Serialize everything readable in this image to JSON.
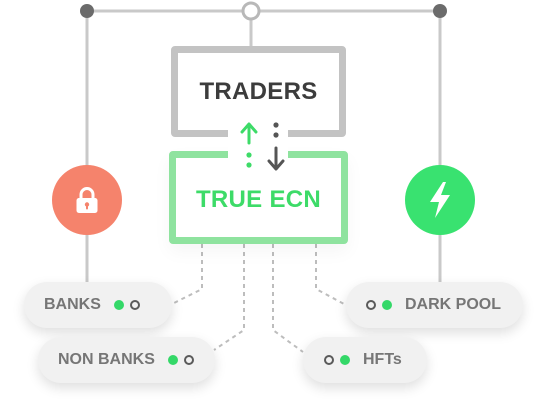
{
  "diagram": {
    "top_box": {
      "label": "TRADERS"
    },
    "center_box": {
      "label": "TRUE ECN"
    },
    "left_icon": {
      "icon": "lock-icon",
      "color": "#f5836c"
    },
    "right_icon": {
      "icon": "lightning-bolt-icon",
      "color": "#39e270"
    },
    "liquidity_sources": [
      {
        "label": "BANKS",
        "indicator": [
          "on",
          "off"
        ]
      },
      {
        "label": "NON BANKS",
        "indicator": [
          "on",
          "off"
        ]
      },
      {
        "label": "DARK POOL",
        "indicator": [
          "off",
          "on"
        ]
      },
      {
        "label": "HFTs",
        "indicator": [
          "off",
          "on"
        ]
      }
    ]
  },
  "colors": {
    "frame_line": "#c9c9c9",
    "frame_node": "#6b6b6b",
    "traders_border": "#c3c3c3",
    "ecn_border": "#8fe39f",
    "ecn_text": "#3ddb68",
    "up_arrow": "#3ddb68",
    "down_arrow": "#555555",
    "pill_background": "#f1f1f1",
    "dot_active": "#34d868"
  }
}
